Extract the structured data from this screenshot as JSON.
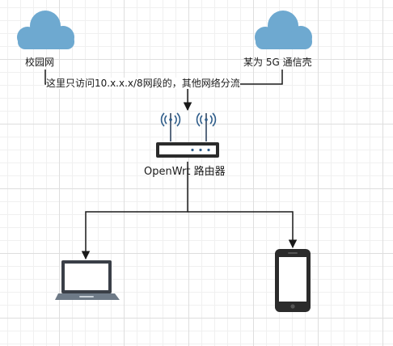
{
  "nodes": {
    "campus_network": {
      "label": "校园网",
      "icon": "cloud-icon"
    },
    "carrier_5g": {
      "label": "某为 5G 通信壳",
      "icon": "cloud-icon"
    },
    "router": {
      "label": "OpenWrt 路由器",
      "icon": "wireless-router-icon"
    },
    "laptop": {
      "label": "",
      "icon": "laptop-icon"
    },
    "phone": {
      "label": "",
      "icon": "smartphone-icon"
    }
  },
  "edges": [
    {
      "from": "campus_network",
      "to": "router",
      "label": "这里只访问10.x.x.x/8网段的，其他网络分流"
    },
    {
      "from": "carrier_5g",
      "to": "router",
      "label": ""
    },
    {
      "from": "router",
      "to": "laptop",
      "label": ""
    },
    {
      "from": "router",
      "to": "phone",
      "label": ""
    }
  ],
  "colors": {
    "cloud": "#6ea9d0",
    "line": "#1a1a1a",
    "signal": "#2f5d8a",
    "device_dark": "#2b2b2b",
    "laptop_body": "#3a3f47",
    "laptop_base": "#6e7a87"
  }
}
